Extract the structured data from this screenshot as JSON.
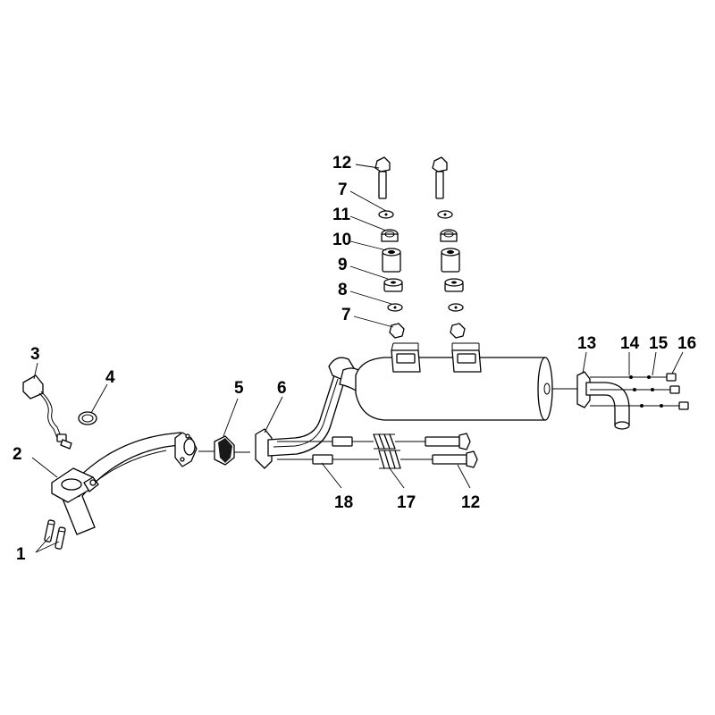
{
  "diagram": {
    "callouts": [
      {
        "id": "c1",
        "text": "1"
      },
      {
        "id": "c2",
        "text": "2"
      },
      {
        "id": "c3",
        "text": "3"
      },
      {
        "id": "c4",
        "text": "4"
      },
      {
        "id": "c5",
        "text": "5"
      },
      {
        "id": "c6",
        "text": "6"
      },
      {
        "id": "c12a",
        "text": "12"
      },
      {
        "id": "c7a",
        "text": "7"
      },
      {
        "id": "c11",
        "text": "11"
      },
      {
        "id": "c10",
        "text": "10"
      },
      {
        "id": "c9",
        "text": "9"
      },
      {
        "id": "c8",
        "text": "8"
      },
      {
        "id": "c7b",
        "text": "7"
      },
      {
        "id": "c13",
        "text": "13"
      },
      {
        "id": "c14",
        "text": "14"
      },
      {
        "id": "c15",
        "text": "15"
      },
      {
        "id": "c16",
        "text": "16"
      },
      {
        "id": "c18",
        "text": "18"
      },
      {
        "id": "c17",
        "text": "17"
      },
      {
        "id": "c12b",
        "text": "12"
      }
    ]
  }
}
